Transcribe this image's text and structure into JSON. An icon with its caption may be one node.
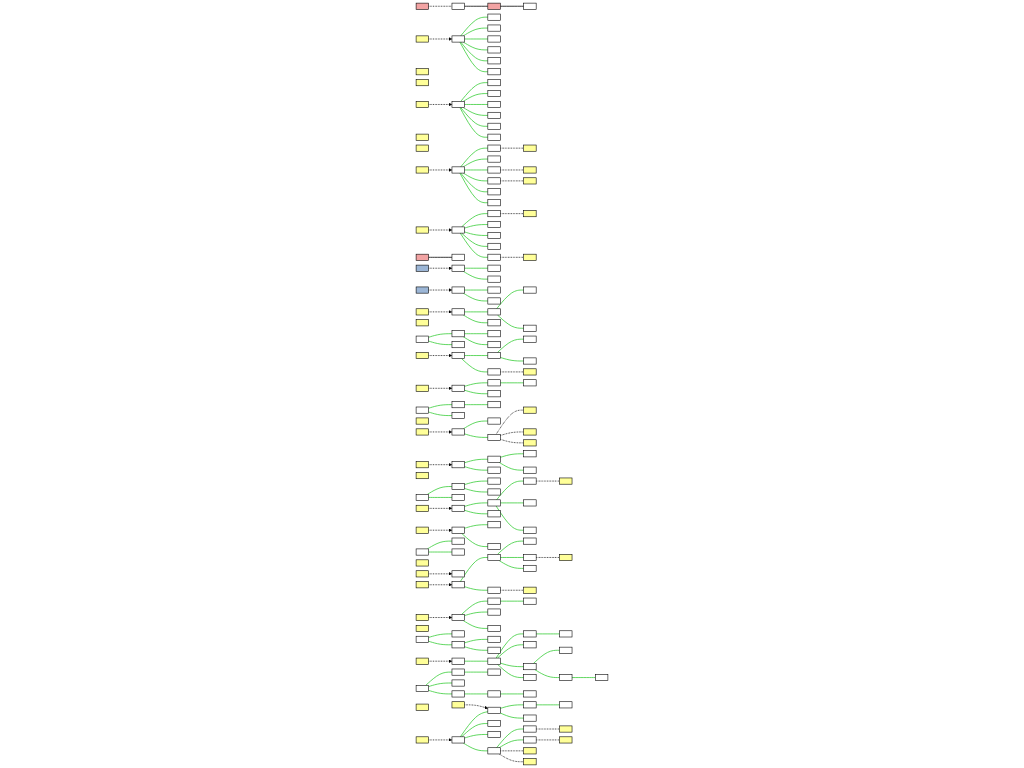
{
  "diagram": {
    "nodes": [
      {
        "text": [],
        "shape": "box"
      },
      {
        "text": [],
        "shape": "box"
      },
      {
        "text": [],
        "shape": "box"
      },
      {
        "text": [],
        "shape": "box"
      },
      {
        "text": [],
        "shape": "box"
      },
      {
        "text": [],
        "shape": "box"
      },
      {
        "text": [],
        "shape": "box"
      },
      {
        "text": [],
        "shape": "box"
      },
      {
        "text": [],
        "shape": "box"
      },
      {
        "text": [],
        "shape": "box"
      },
      {
        "text": [],
        "shape": "box"
      },
      {
        "text": [],
        "shape": "box"
      },
      {
        "text": [],
        "shape": "box"
      },
      {
        "text": [],
        "shape": "box"
      },
      {
        "text": [],
        "shape": "box"
      },
      {
        "text": [],
        "shape": "box"
      },
      {
        "text": [],
        "shape": "box"
      },
      {
        "text": [],
        "shape": "box"
      },
      {
        "text": [],
        "shape": "box"
      },
      {
        "text": [],
        "shape": "box"
      },
      {
        "text": [],
        "shape": "box"
      },
      {
        "text": [],
        "shape": "box"
      },
      {
        "text": [],
        "shape": "box"
      },
      {
        "text": [],
        "shape": "box"
      },
      {
        "text": [],
        "shape": "box"
      },
      {
        "text": [],
        "shape": "box"
      },
      {
        "text": [],
        "shape": "box"
      },
      {
        "text": [],
        "shape": "box"
      },
      {
        "text": [],
        "shape": "box"
      },
      {
        "text": [],
        "shape": "box"
      },
      {
        "text": [],
        "shape": "box"
      },
      {
        "text": [],
        "shape": "box"
      },
      {
        "text": [],
        "shape": "box"
      },
      {
        "text": [],
        "shape": "box"
      },
      {
        "text": [],
        "shape": "box"
      },
      {
        "text": [],
        "shape": "box"
      },
      {
        "text": [],
        "shape": "box"
      },
      {
        "text": [],
        "shape": "box"
      },
      {
        "text": [],
        "shape": "box"
      },
      {
        "text": [],
        "shape": "box"
      },
      {
        "text": [],
        "shape": "box"
      },
      {
        "text": [],
        "shape": "box"
      },
      {
        "text": [],
        "shape": "box"
      },
      {
        "text": [],
        "shape": "box"
      },
      {
        "text": [],
        "shape": "box"
      },
      {
        "text": [],
        "shape": "box"
      },
      {
        "text": [],
        "shape": "box"
      },
      {
        "text": [],
        "shape": "box"
      },
      {
        "text": [],
        "shape": "box"
      },
      {
        "text": [],
        "shape": "box"
      },
      {
        "text": [],
        "shape": "box"
      },
      {
        "text": [],
        "shape": "box"
      },
      {
        "text": [],
        "shape": "box"
      },
      {
        "text": [],
        "shape": "box"
      },
      {
        "text": [],
        "shape": "box"
      },
      {
        "text": [],
        "shape": "box"
      },
      {
        "text": [],
        "shape": "box"
      },
      {
        "text": [],
        "shape": "box"
      },
      {
        "text": [],
        "shape": "box"
      },
      {
        "text": [],
        "shape": "box"
      },
      {
        "text": [],
        "shape": "box"
      },
      {
        "text": [],
        "shape": "box"
      },
      {
        "text": [],
        "shape": "box"
      },
      {
        "text": [],
        "shape": "box"
      },
      {
        "text": [],
        "shape": "box"
      },
      {
        "text": [],
        "shape": "box"
      },
      {
        "text": [],
        "shape": "box"
      },
      {
        "text": [],
        "shape": "box"
      },
      {
        "text": [],
        "shape": "box"
      },
      {
        "text": [],
        "shape": "box"
      },
      {
        "text": [],
        "shape": "box"
      },
      {
        "text": [],
        "shape": "box"
      },
      {
        "text": [],
        "shape": "box"
      },
      {
        "text": [],
        "shape": "box"
      },
      {
        "text": [],
        "shape": "box"
      },
      {
        "text": [],
        "shape": "box"
      },
      {
        "text": [],
        "shape": "box"
      },
      {
        "text": [],
        "shape": "box"
      },
      {
        "text": [],
        "shape": "box"
      },
      {
        "text": [],
        "shape": "box"
      },
      {
        "text": [],
        "shape": "box"
      },
      {
        "text": [],
        "shape": "box"
      },
      {
        "text": [],
        "shape": "box"
      },
      {
        "text": [],
        "shape": "box"
      },
      {
        "text": [],
        "shape": "box"
      },
      {
        "text": [],
        "shape": "box"
      },
      {
        "text": [],
        "shape": "box"
      },
      {
        "text": [],
        "shape": "box"
      },
      {
        "text": [],
        "shape": "box"
      },
      {
        "text": [],
        "shape": "box"
      },
      {
        "text": [],
        "shape": "box"
      },
      {
        "text": [],
        "shape": "box"
      },
      {
        "text": [],
        "shape": "box"
      },
      {
        "text": [],
        "shape": "box"
      },
      {
        "text": [],
        "shape": "box"
      },
      {
        "text": [],
        "shape": "box"
      },
      {
        "text": [],
        "shape": "box"
      },
      {
        "text": [],
        "shape": "box"
      },
      {
        "text": [],
        "shape": "box"
      },
      {
        "text": [],
        "shape": "box"
      },
      {
        "text": [],
        "shape": "box"
      },
      {
        "text": [],
        "shape": "box"
      },
      {
        "text": [],
        "shape": "box"
      },
      {
        "text": [],
        "shape": "box"
      },
      {
        "text": [],
        "shape": "box"
      },
      {
        "text": [],
        "shape": "box"
      },
      {
        "text": [],
        "shape": "box"
      },
      {
        "text": [],
        "shape": "box"
      },
      {
        "text": [],
        "shape": "box"
      },
      {
        "text": [],
        "shape": "box"
      },
      {
        "text": [],
        "shape": "box"
      },
      {
        "text": [],
        "shape": "box"
      },
      {
        "text": [],
        "shape": "box"
      },
      {
        "text": [],
        "shape": "box"
      },
      {
        "text": [],
        "shape": "box"
      },
      {
        "text": [],
        "shape": "box"
      },
      {
        "text": [],
        "shape": "box"
      },
      {
        "text": [],
        "shape": "box"
      },
      {
        "text": [],
        "shape": "box"
      },
      {
        "text": [],
        "shape": "box"
      },
      {
        "text": [],
        "shape": "box"
      },
      {
        "text": [],
        "shape": "box"
      },
      {
        "text": [],
        "shape": "box"
      },
      {
        "text": [],
        "shape": "box"
      },
      {
        "text": [],
        "shape": "box"
      },
      {
        "text": [],
        "shape": "box"
      },
      {
        "text": [],
        "shape": "box"
      },
      {
        "text": [],
        "shape": "box"
      },
      {
        "text": [],
        "shape": "box"
      },
      {
        "text": [],
        "shape": "box"
      },
      {
        "text": [],
        "shape": "box"
      },
      {
        "text": [],
        "shape": "box"
      },
      {
        "text": [],
        "shape": "box"
      },
      {
        "text": [],
        "shape": "box"
      },
      {
        "text": [],
        "shape": "box"
      },
      {
        "text": [],
        "shape": "box"
      },
      {
        "text": [],
        "shape": "box"
      },
      {
        "text": [],
        "shape": "box"
      },
      {
        "text": [],
        "shape": "box"
      },
      {
        "text": [],
        "shape": "box"
      },
      {
        "text": [],
        "shape": "box"
      },
      {
        "text": [],
        "shape": "box"
      },
      {
        "text": [],
        "shape": "box"
      },
      {
        "text": [],
        "shape": "box"
      },
      {
        "text": [],
        "shape": "box"
      },
      {
        "text": [],
        "shape": "box"
      },
      {
        "text": [],
        "shape": "box"
      },
      {
        "text": [],
        "shape": "box"
      },
      {
        "text": [],
        "shape": "box"
      },
      {
        "text": [],
        "shape": "box"
      },
      {
        "text": [],
        "shape": "box"
      },
      {
        "text": [],
        "shape": "box"
      },
      {
        "text": [],
        "shape": "box"
      },
      {
        "text": [],
        "shape": "box"
      },
      {
        "text": [],
        "shape": "box"
      },
      {
        "text": [],
        "shape": "box"
      },
      {
        "text": [],
        "shape": "box"
      },
      {
        "text": [],
        "shape": "box"
      },
      {
        "text": [],
        "shape": "box"
      },
      {
        "text": [],
        "shape": "box"
      },
      {
        "text": [],
        "shape": "box"
      },
      {
        "text": [],
        "shape": "box"
      },
      {
        "text": [],
        "shape": "box"
      },
      {
        "text": [],
        "shape": "box"
      },
      {
        "text": [],
        "shape": "box"
      },
      {
        "text": [],
        "shape": "box"
      },
      {
        "text": [],
        "shape": "box"
      },
      {
        "text": [],
        "shape": "box"
      },
      {
        "text": [],
        "shape": "box"
      },
      {
        "text": [],
        "shape": "box"
      },
      {
        "text": [],
        "shape": "box"
      },
      {
        "text": [],
        "shape": "box"
      },
      {
        "text": [],
        "shape": "box"
      },
      {
        "text": [],
        "shape": "box"
      },
      {
        "text": [],
        "shape": "box"
      },
      {
        "text": [],
        "shape": "box"
      }
    ],
    "edges": [
      {
        "from": 0,
        "to": 1,
        "arrow": "none",
        "style": "dashed",
        "color": "#000000"
      },
      {
        "from": 1,
        "to": 2,
        "arrow": "none",
        "color": "#000000"
      },
      {
        "from": 2,
        "to": 3,
        "arrow": "none",
        "color": "#000000"
      },
      {
        "from": 4,
        "to": 5,
        "arrow": "to",
        "style": "dashed",
        "color": "#000000"
      },
      {
        "from": 5,
        "to": 7,
        "arrow": "none"
      },
      {
        "from": 5,
        "to": 8,
        "arrow": "none"
      },
      {
        "from": 5,
        "to": 9,
        "arrow": "none"
      },
      {
        "from": 5,
        "to": 10,
        "arrow": "none"
      },
      {
        "from": 5,
        "to": 11,
        "arrow": "none"
      },
      {
        "from": 5,
        "to": 12,
        "arrow": "none"
      },
      {
        "from": 14,
        "to": 15,
        "arrow": "to",
        "style": "dashed",
        "color": "#000000"
      },
      {
        "from": 15,
        "to": 17,
        "arrow": "none"
      },
      {
        "from": 15,
        "to": 18,
        "arrow": "none"
      },
      {
        "from": 15,
        "to": 19,
        "arrow": "none"
      },
      {
        "from": 15,
        "to": 20,
        "arrow": "none"
      },
      {
        "from": 15,
        "to": 21,
        "arrow": "none"
      },
      {
        "from": 15,
        "to": 22,
        "arrow": "none"
      },
      {
        "from": 24,
        "to": 25,
        "arrow": "to",
        "style": "dashed",
        "color": "#000000"
      },
      {
        "from": 25,
        "to": 26,
        "arrow": "none"
      },
      {
        "from": 25,
        "to": 27,
        "arrow": "none"
      },
      {
        "from": 25,
        "to": 28,
        "arrow": "none"
      },
      {
        "from": 25,
        "to": 29,
        "arrow": "none"
      },
      {
        "from": 25,
        "to": 30,
        "arrow": "none"
      },
      {
        "from": 25,
        "to": 31,
        "arrow": "none"
      },
      {
        "from": 26,
        "to": 32,
        "arrow": "none",
        "style": "dashed",
        "color": "#000000"
      },
      {
        "from": 28,
        "to": 33,
        "arrow": "none",
        "style": "dashed",
        "color": "#000000"
      },
      {
        "from": 29,
        "to": 34,
        "arrow": "none",
        "style": "dashed",
        "color": "#000000"
      },
      {
        "from": 35,
        "to": 36,
        "arrow": "to",
        "style": "dashed",
        "color": "#000000"
      },
      {
        "from": 36,
        "to": 37,
        "arrow": "none"
      },
      {
        "from": 36,
        "to": 38,
        "arrow": "none"
      },
      {
        "from": 36,
        "to": 39,
        "arrow": "none"
      },
      {
        "from": 36,
        "to": 40,
        "arrow": "none"
      },
      {
        "from": 36,
        "to": 41,
        "arrow": "none"
      },
      {
        "from": 37,
        "to": 42,
        "arrow": "none",
        "style": "dashed",
        "color": "#000000"
      },
      {
        "from": 41,
        "to": 43,
        "arrow": "none",
        "style": "dashed",
        "color": "#000000"
      },
      {
        "from": 44,
        "to": 45,
        "arrow": "none",
        "color": "#000000"
      },
      {
        "from": 46,
        "to": 47,
        "arrow": "to",
        "style": "dashed",
        "color": "#000000"
      },
      {
        "from": 47,
        "to": 48,
        "arrow": "none"
      },
      {
        "from": 47,
        "to": 49,
        "arrow": "none"
      },
      {
        "from": 50,
        "to": 51,
        "arrow": "to",
        "style": "dashed",
        "color": "#000000"
      },
      {
        "from": 51,
        "to": 52,
        "arrow": "none"
      },
      {
        "from": 51,
        "to": 53,
        "arrow": "none"
      },
      {
        "from": 54,
        "to": 55,
        "arrow": "to",
        "style": "dashed",
        "color": "#000000"
      },
      {
        "from": 55,
        "to": 56,
        "arrow": "none"
      },
      {
        "from": 55,
        "to": 57,
        "arrow": "none"
      },
      {
        "from": 56,
        "to": 58,
        "arrow": "none"
      },
      {
        "from": 56,
        "to": 59,
        "arrow": "none"
      },
      {
        "from": 61,
        "to": 62,
        "arrow": "none"
      },
      {
        "from": 61,
        "to": 63,
        "arrow": "none"
      },
      {
        "from": 62,
        "to": 64,
        "arrow": "none"
      },
      {
        "from": 62,
        "to": 65,
        "arrow": "none"
      },
      {
        "from": 66,
        "to": 67,
        "arrow": "to",
        "style": "dashed",
        "color": "#000000"
      },
      {
        "from": 67,
        "to": 68,
        "arrow": "none"
      },
      {
        "from": 67,
        "to": 69,
        "arrow": "none"
      },
      {
        "from": 68,
        "to": 70,
        "arrow": "none"
      },
      {
        "from": 68,
        "to": 71,
        "arrow": "none"
      },
      {
        "from": 69,
        "to": 72,
        "arrow": "none",
        "style": "dashed",
        "color": "#000000"
      },
      {
        "from": 73,
        "to": 74,
        "arrow": "to",
        "style": "dashed",
        "color": "#000000"
      },
      {
        "from": 74,
        "to": 75,
        "arrow": "none"
      },
      {
        "from": 74,
        "to": 76,
        "arrow": "none"
      },
      {
        "from": 75,
        "to": 77,
        "arrow": "none"
      },
      {
        "from": 78,
        "to": 79,
        "arrow": "none"
      },
      {
        "from": 78,
        "to": 80,
        "arrow": "none"
      },
      {
        "from": 79,
        "to": 81,
        "arrow": "none"
      },
      {
        "from": 83,
        "to": 84,
        "arrow": "to",
        "style": "dashed",
        "color": "#000000"
      },
      {
        "from": 84,
        "to": 85,
        "arrow": "none"
      },
      {
        "from": 84,
        "to": 86,
        "arrow": "none"
      },
      {
        "from": 86,
        "to": 87,
        "arrow": "none",
        "style": "dashed",
        "color": "#000000"
      },
      {
        "from": 86,
        "to": 88,
        "arrow": "none",
        "style": "dashed",
        "color": "#000000"
      },
      {
        "from": 86,
        "to": 89,
        "arrow": "none",
        "style": "dashed",
        "color": "#000000"
      },
      {
        "from": 90,
        "to": 91,
        "arrow": "to",
        "style": "dashed",
        "color": "#000000"
      },
      {
        "from": 91,
        "to": 92,
        "arrow": "none"
      },
      {
        "from": 91,
        "to": 93,
        "arrow": "none"
      },
      {
        "from": 92,
        "to": 94,
        "arrow": "none"
      },
      {
        "from": 92,
        "to": 95,
        "arrow": "none"
      },
      {
        "from": 97,
        "to": 98,
        "arrow": "none"
      },
      {
        "from": 97,
        "to": 99,
        "arrow": "none"
      },
      {
        "from": 98,
        "to": 100,
        "arrow": "none"
      },
      {
        "from": 98,
        "to": 101,
        "arrow": "none"
      },
      {
        "from": 102,
        "to": 103,
        "arrow": "to",
        "style": "dashed",
        "color": "#000000"
      },
      {
        "from": 103,
        "to": 104,
        "arrow": "none"
      },
      {
        "from": 103,
        "to": 105,
        "arrow": "none"
      },
      {
        "from": 104,
        "to": 106,
        "arrow": "none"
      },
      {
        "from": 104,
        "to": 107,
        "arrow": "none"
      },
      {
        "from": 104,
        "to": 108,
        "arrow": "none"
      },
      {
        "from": 106,
        "to": 109,
        "arrow": "none",
        "style": "dashed",
        "color": "#000000"
      },
      {
        "from": 110,
        "to": 111,
        "arrow": "to",
        "style": "dashed",
        "color": "#000000"
      },
      {
        "from": 111,
        "to": 112,
        "arrow": "none"
      },
      {
        "from": 111,
        "to": 113,
        "arrow": "none"
      },
      {
        "from": 114,
        "to": 115,
        "arrow": "none"
      },
      {
        "from": 114,
        "to": 116,
        "arrow": "none"
      },
      {
        "from": 118,
        "to": 119,
        "arrow": "to",
        "style": "dashed",
        "color": "#000000"
      },
      {
        "from": 120,
        "to": 121,
        "arrow": "to",
        "style": "dashed",
        "color": "#000000"
      },
      {
        "from": 121,
        "to": 122,
        "arrow": "none"
      },
      {
        "from": 121,
        "to": 123,
        "arrow": "none"
      },
      {
        "from": 122,
        "to": 124,
        "arrow": "none"
      },
      {
        "from": 122,
        "to": 125,
        "arrow": "none"
      },
      {
        "from": 122,
        "to": 126,
        "arrow": "none"
      },
      {
        "from": 123,
        "to": 127,
        "arrow": "none",
        "style": "dashed",
        "color": "#000000"
      },
      {
        "from": 125,
        "to": 128,
        "arrow": "none",
        "style": "dashed",
        "color": "#000000"
      },
      {
        "from": 129,
        "to": 130,
        "arrow": "to",
        "style": "dashed",
        "color": "#000000"
      },
      {
        "from": 130,
        "to": 131,
        "arrow": "none"
      },
      {
        "from": 130,
        "to": 132,
        "arrow": "none"
      },
      {
        "from": 130,
        "to": 133,
        "arrow": "none"
      },
      {
        "from": 131,
        "to": 134,
        "arrow": "none"
      },
      {
        "from": 136,
        "to": 137,
        "arrow": "none"
      },
      {
        "from": 136,
        "to": 138,
        "arrow": "none"
      },
      {
        "from": 138,
        "to": 139,
        "arrow": "none"
      },
      {
        "from": 138,
        "to": 140,
        "arrow": "none"
      },
      {
        "from": 141,
        "to": 142,
        "arrow": "to",
        "style": "dashed",
        "color": "#000000"
      },
      {
        "from": 142,
        "to": 143,
        "arrow": "none"
      },
      {
        "from": 143,
        "to": 144,
        "arrow": "none"
      },
      {
        "from": 143,
        "to": 145,
        "arrow": "none"
      },
      {
        "from": 143,
        "to": 146,
        "arrow": "none"
      },
      {
        "from": 143,
        "to": 147,
        "arrow": "none"
      },
      {
        "from": 144,
        "to": 148,
        "arrow": "none"
      },
      {
        "from": 146,
        "to": 149,
        "arrow": "none"
      },
      {
        "from": 146,
        "to": 150,
        "arrow": "none"
      },
      {
        "from": 150,
        "to": 151,
        "arrow": "none"
      },
      {
        "from": 152,
        "to": 153,
        "arrow": "none"
      },
      {
        "from": 152,
        "to": 154,
        "arrow": "none"
      },
      {
        "from": 152,
        "to": 155,
        "arrow": "none"
      },
      {
        "from": 153,
        "to": 156,
        "arrow": "none"
      },
      {
        "from": 155,
        "to": 157,
        "arrow": "none"
      },
      {
        "from": 157,
        "to": 158,
        "arrow": "none"
      },
      {
        "from": 160,
        "to": 161,
        "arrow": "to",
        "style": "dashed",
        "color": "#000000"
      },
      {
        "from": 161,
        "to": 162,
        "arrow": "none"
      },
      {
        "from": 161,
        "to": 163,
        "arrow": "none"
      },
      {
        "from": 161,
        "to": 164,
        "arrow": "none"
      },
      {
        "from": 161,
        "to": 165,
        "arrow": "none"
      },
      {
        "from": 166,
        "to": 162,
        "arrow": "to",
        "style": "dashed",
        "color": "#000000"
      },
      {
        "from": 162,
        "to": 167,
        "arrow": "none"
      },
      {
        "from": 162,
        "to": 168,
        "arrow": "none"
      },
      {
        "from": 167,
        "to": 169,
        "arrow": "none"
      },
      {
        "from": 165,
        "to": 170,
        "arrow": "none"
      },
      {
        "from": 165,
        "to": 171,
        "arrow": "none"
      },
      {
        "from": 165,
        "to": 172,
        "arrow": "none",
        "style": "dashed",
        "color": "#000000"
      },
      {
        "from": 165,
        "to": 173,
        "arrow": "none",
        "style": "dashed",
        "color": "#000000"
      },
      {
        "from": 170,
        "to": 174,
        "arrow": "none",
        "style": "dashed",
        "color": "#000000"
      },
      {
        "from": 171,
        "to": 175,
        "arrow": "none",
        "style": "dashed",
        "color": "#000000"
      }
    ]
  }
}
